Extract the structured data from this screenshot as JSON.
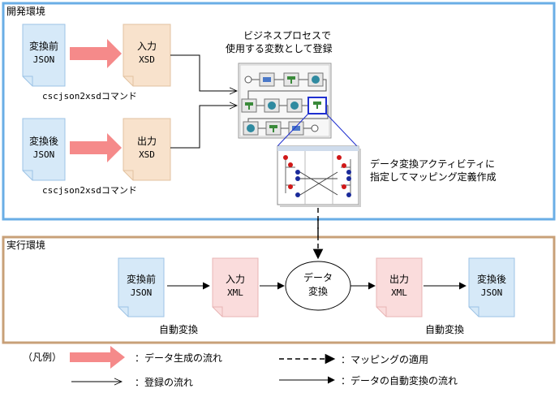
{
  "dev_env": {
    "title": "開発環境",
    "before_doc": {
      "line1": "変換前",
      "line2": "JSON"
    },
    "after_doc": {
      "line1": "変換後",
      "line2": "JSON"
    },
    "input_xsd": {
      "line1": "入力",
      "line2": "XSD"
    },
    "output_xsd": {
      "line1": "出力",
      "line2": "XSD"
    },
    "command1": "cscjson2xsdコマンド",
    "command2": "cscjson2xsdコマンド",
    "register_caption": {
      "line1": "ビジネスプロセスで",
      "line2": "使用する変数として登録"
    },
    "mapping_caption": {
      "line1": "データ変換アクティビティに",
      "line2": "指定してマッピング定義作成"
    }
  },
  "run_env": {
    "title": "実行環境",
    "before_doc": {
      "line1": "変換前",
      "line2": "JSON"
    },
    "input_xml": {
      "line1": "入力",
      "line2": "XML"
    },
    "transform": {
      "line1": "データ",
      "line2": "変換"
    },
    "output_xml": {
      "line1": "出力",
      "line2": "XML"
    },
    "after_doc": {
      "line1": "変換後",
      "line2": "JSON"
    },
    "auto1": "自動変換",
    "auto2": "自動変換"
  },
  "legend": {
    "title": "（凡例）",
    "data_gen": "：データ生成の流れ",
    "registration": "：登録の流れ",
    "mapping_apply": "：マッピングの適用",
    "auto_flow": "：データの自動変換の流れ"
  },
  "colors": {
    "dev_border": "#6aaee6",
    "run_border": "#c8a078",
    "json_fill": "#d6e9f8",
    "json_stroke": "#9cc3e6",
    "xsd_fill": "#f8e2cc",
    "xsd_stroke": "#e2c2a0",
    "xml_fill": "#fadcdc",
    "xml_stroke": "#e8b4b4",
    "arrow_pink": "#f58a8a",
    "highlight": "#1f2fd0"
  },
  "icons": [
    "document-icon",
    "business-process-icon",
    "mapping-definition-icon"
  ]
}
